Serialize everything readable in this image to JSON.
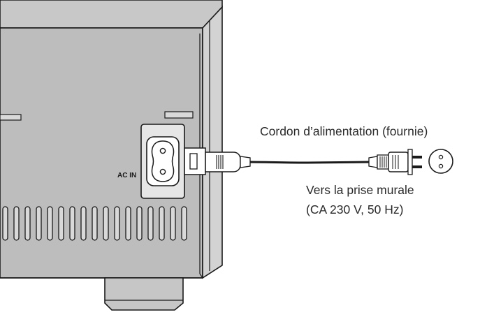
{
  "labels": {
    "cord": "Cordon d’alimentation (fournie)",
    "outlet_line1": "Vers la prise murale",
    "outlet_line2": "(CA 230 V, 50 Hz)",
    "ac_in": "AC IN"
  },
  "colors": {
    "panel_gray": "#bdbdbd",
    "panel_gray_light": "#d6d6d6",
    "outline": "#1a1a1a",
    "socket_white": "#ffffff",
    "text": "#2a2a2a"
  }
}
